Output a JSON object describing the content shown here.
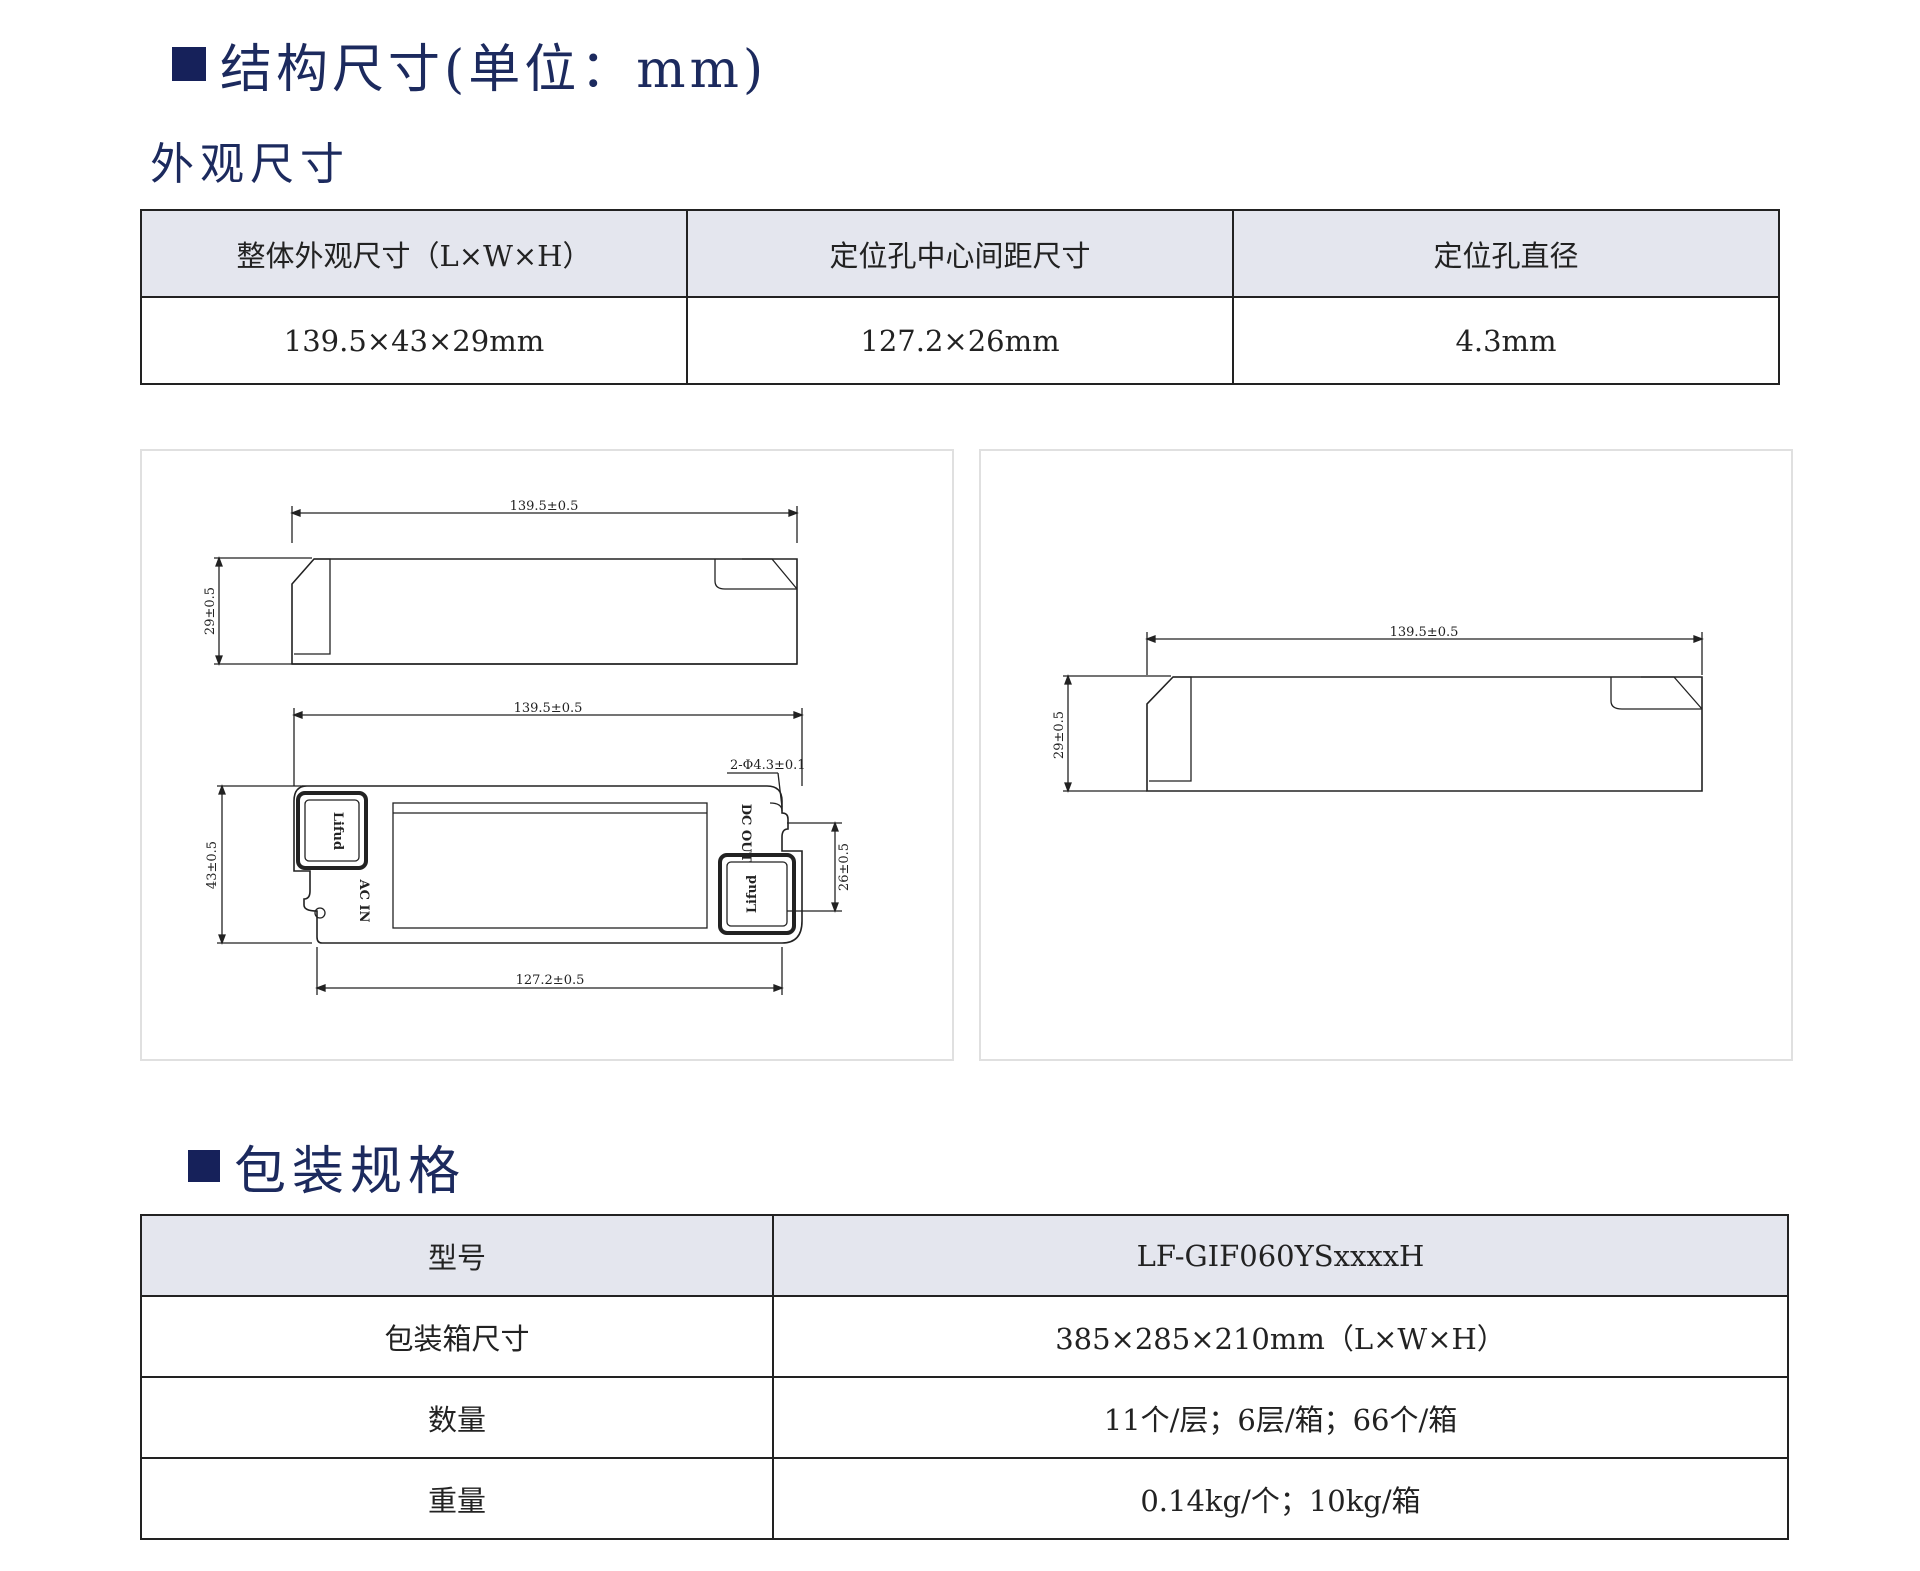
{
  "sections": {
    "structure_title": "结构尺寸(单位：mm)",
    "appearance_subtitle": "外观尺寸",
    "packaging_title": "包装规格"
  },
  "dimensions_table": {
    "headers": [
      "整体外观尺寸（L×W×H）",
      "定位孔中心间距尺寸",
      "定位孔直径"
    ],
    "values": [
      "139.5×43×29mm",
      "127.2×26mm",
      "4.3mm"
    ]
  },
  "drawing_left": {
    "side_length_label": "139.5±0.5",
    "side_height_label": "29±0.5",
    "top_length_label": "139.5±0.5",
    "hole_label": "2-Φ4.3±0.1",
    "width_label": "43±0.5",
    "hole_spacing_label": "26±0.5",
    "hole_center_label": "127.2±0.5",
    "ac_in_label": "AC IN",
    "dc_out_label": "DC OUT",
    "logo_text": "Lifud"
  },
  "drawing_right": {
    "length_label": "139.5±0.5",
    "height_label": "29±0.5"
  },
  "packaging_table": {
    "rows": [
      {
        "label": "型号",
        "value": "LF-GIF060YSxxxxH"
      },
      {
        "label": "包装箱尺寸",
        "value": "385×285×210mm（L×W×H）"
      },
      {
        "label": "数量",
        "value": "11个/层；6层/箱；66个/箱"
      },
      {
        "label": "重量",
        "value": "0.14kg/个；10kg/箱"
      }
    ]
  },
  "colors": {
    "title": "#1c2a5e",
    "header_fill": "#e4e6ee",
    "border": "#222222"
  }
}
